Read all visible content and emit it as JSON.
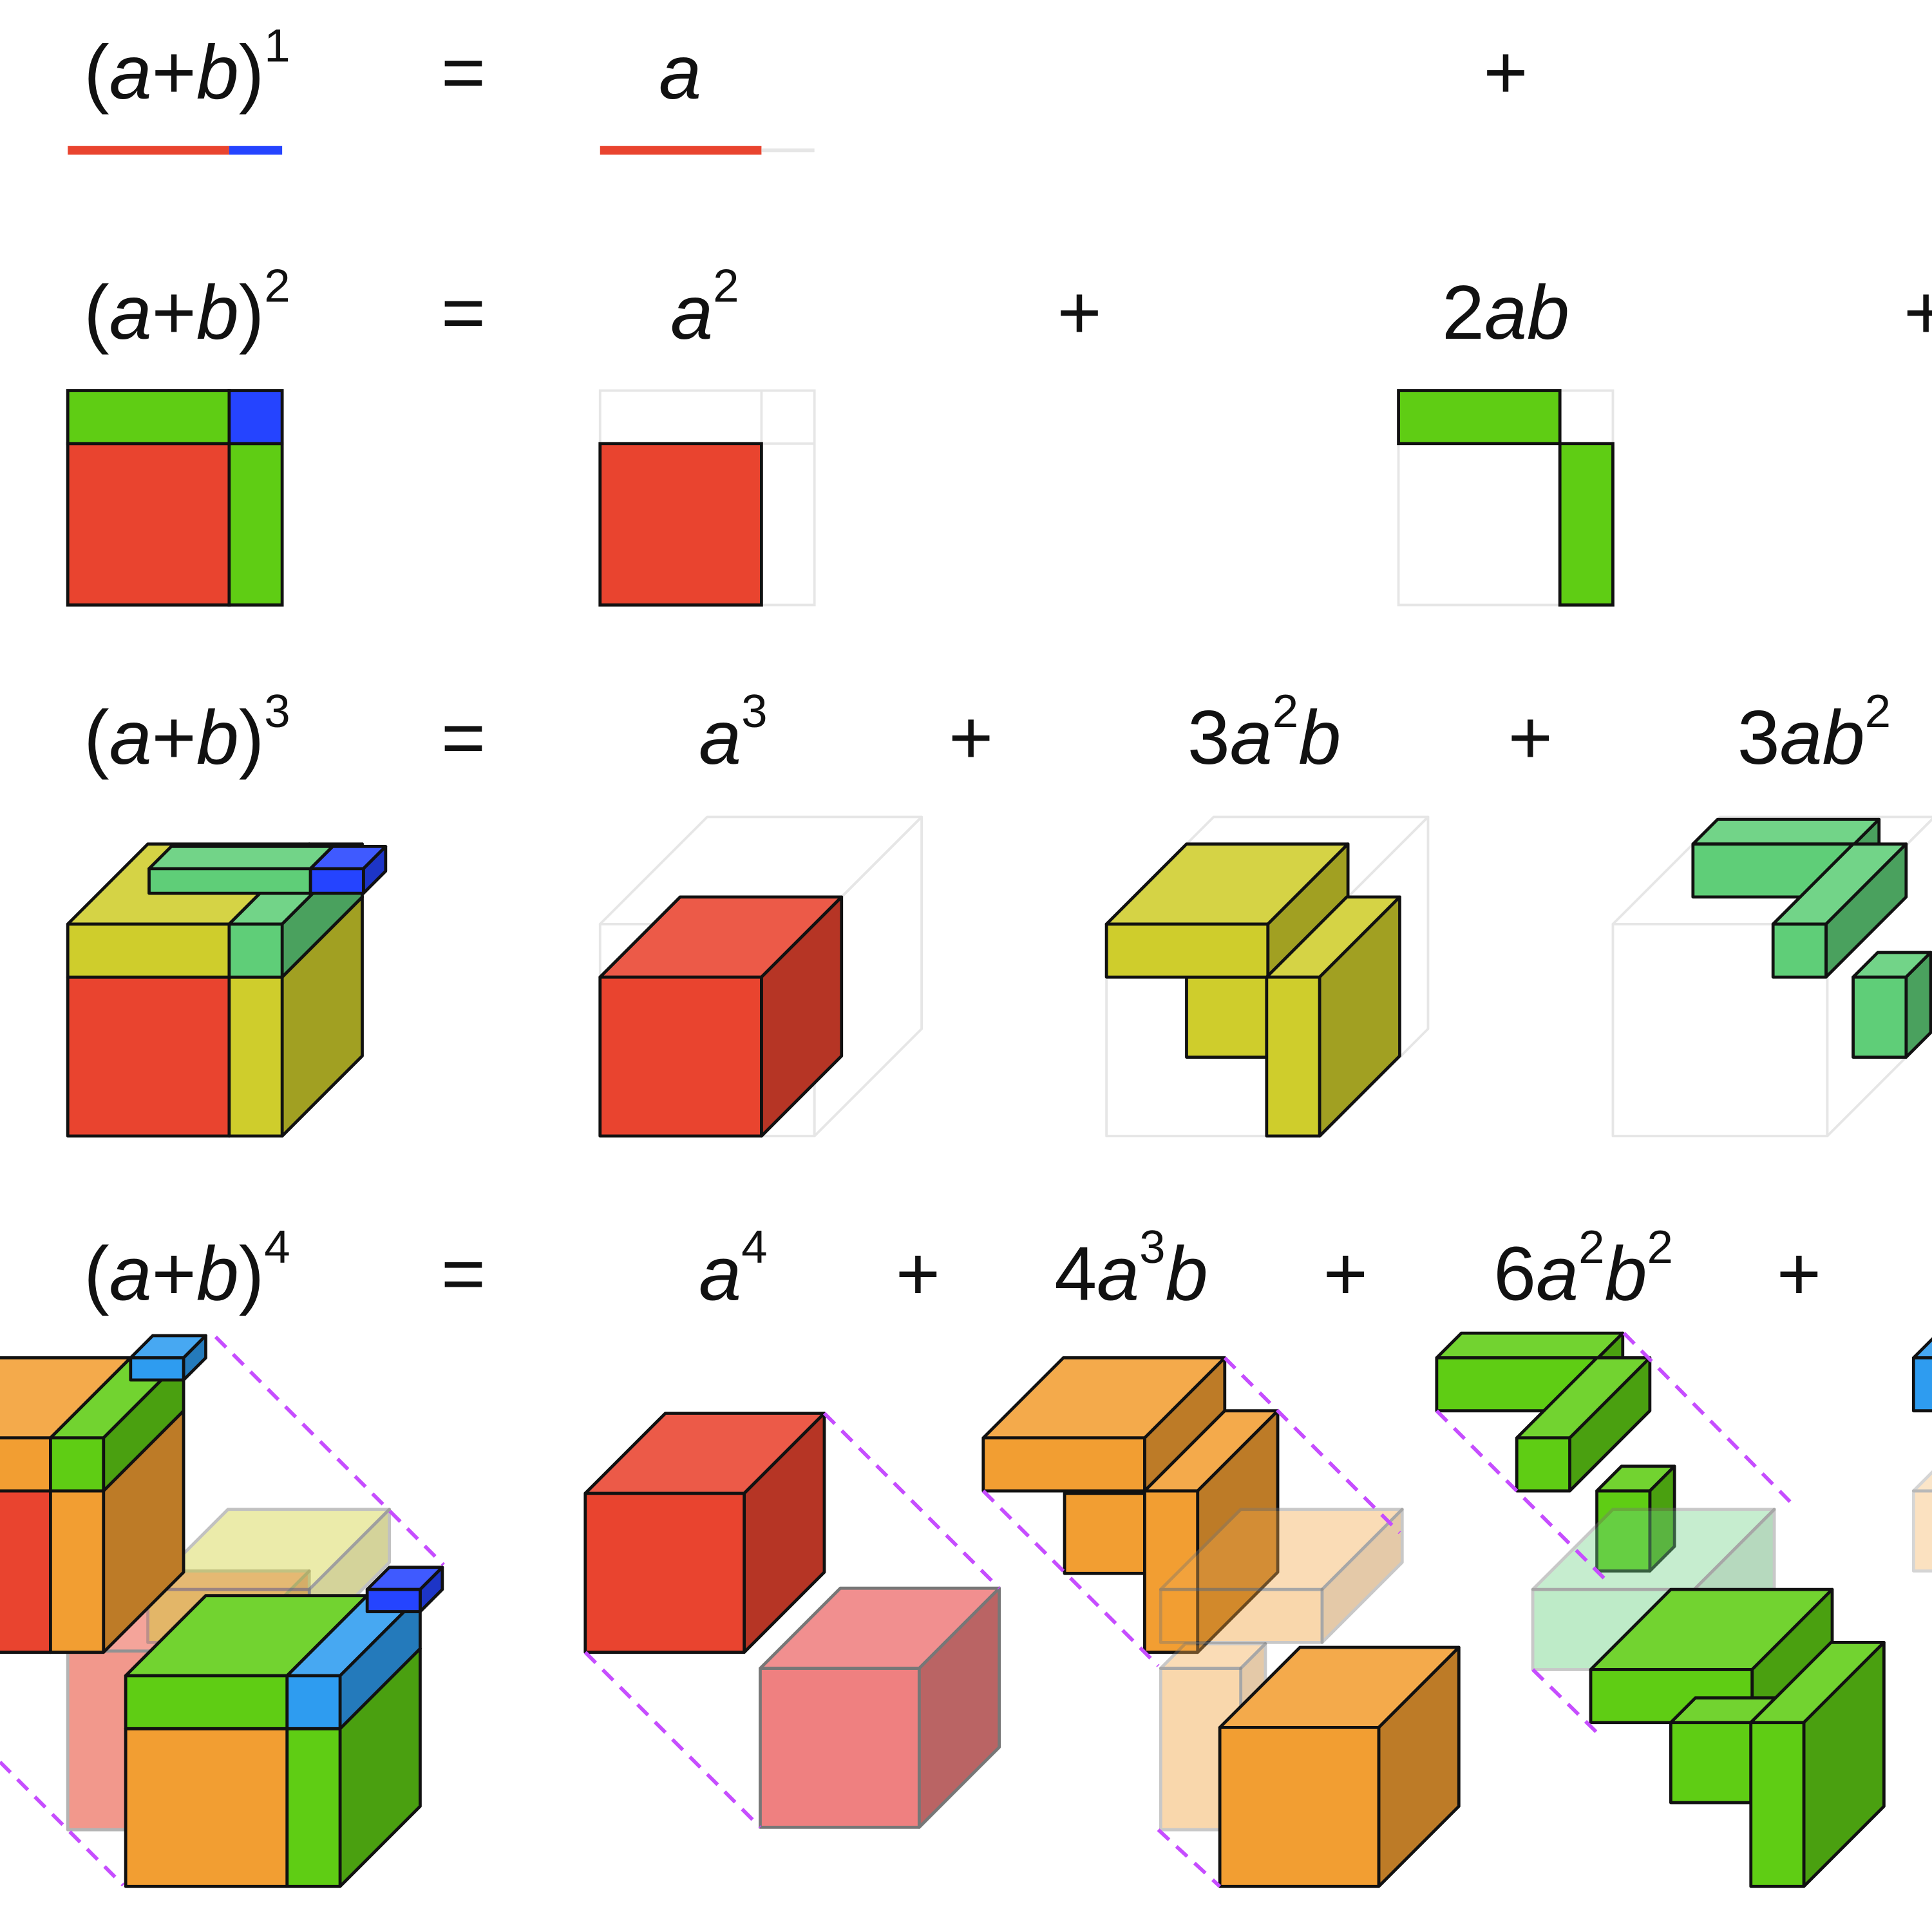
{
  "colors": {
    "red": "#e9442f",
    "red_light": "#ef8080",
    "blue": "#2544ff",
    "sky": "#2e9cf0",
    "green": "#5fcd14",
    "teal": "#5fce78",
    "yellow": "#cfcd2c",
    "orange": "#f29e32",
    "purple": "#c64dff",
    "ghost": "#e6e6e6"
  },
  "rows": [
    {
      "lhs": {
        "open": "(",
        "a": "a",
        "plus": "+",
        "b": "b",
        "close": ")",
        "exp": "1"
      },
      "equals": "=",
      "terms": [
        {
          "parts": [
            {
              "t": "a",
              "style": "italic"
            }
          ]
        }
      ],
      "operators": [
        "+"
      ]
    },
    {
      "lhs": {
        "open": "(",
        "a": "a",
        "plus": "+",
        "b": "b",
        "close": ")",
        "exp": "2"
      },
      "equals": "=",
      "terms": [
        {
          "parts": [
            {
              "t": "a",
              "style": "italic"
            },
            {
              "t": "2",
              "style": "sup"
            }
          ]
        },
        {
          "parts": [
            {
              "t": "2",
              "style": "normal"
            },
            {
              "t": "ab",
              "style": "italic"
            }
          ]
        }
      ],
      "operators": [
        "+",
        "+"
      ]
    },
    {
      "lhs": {
        "open": "(",
        "a": "a",
        "plus": "+",
        "b": "b",
        "close": ")",
        "exp": "3"
      },
      "equals": "=",
      "terms": [
        {
          "parts": [
            {
              "t": "a",
              "style": "italic"
            },
            {
              "t": "3",
              "style": "sup"
            }
          ]
        },
        {
          "parts": [
            {
              "t": "3",
              "style": "normal"
            },
            {
              "t": "a",
              "style": "italic"
            },
            {
              "t": "2",
              "style": "sup"
            },
            {
              "t": "b",
              "style": "italic"
            }
          ]
        },
        {
          "parts": [
            {
              "t": "3",
              "style": "normal"
            },
            {
              "t": "ab",
              "style": "italic"
            },
            {
              "t": "2",
              "style": "sup"
            }
          ]
        }
      ],
      "operators": [
        "+",
        "+"
      ]
    },
    {
      "lhs": {
        "open": "(",
        "a": "a",
        "plus": "+",
        "b": "b",
        "close": ")",
        "exp": "4"
      },
      "equals": "=",
      "terms": [
        {
          "parts": [
            {
              "t": "a",
              "style": "italic"
            },
            {
              "t": "4",
              "style": "sup"
            }
          ]
        },
        {
          "parts": [
            {
              "t": "4",
              "style": "normal"
            },
            {
              "t": "a",
              "style": "italic"
            },
            {
              "t": "3",
              "style": "sup"
            },
            {
              "t": "b",
              "style": "italic"
            }
          ]
        },
        {
          "parts": [
            {
              "t": "6",
              "style": "normal"
            },
            {
              "t": "a",
              "style": "italic"
            },
            {
              "t": "2",
              "style": "sup"
            },
            {
              "t": "b",
              "style": "italic"
            },
            {
              "t": "2",
              "style": "sup"
            }
          ]
        }
      ],
      "operators": [
        "+",
        "+",
        "+"
      ]
    }
  ]
}
